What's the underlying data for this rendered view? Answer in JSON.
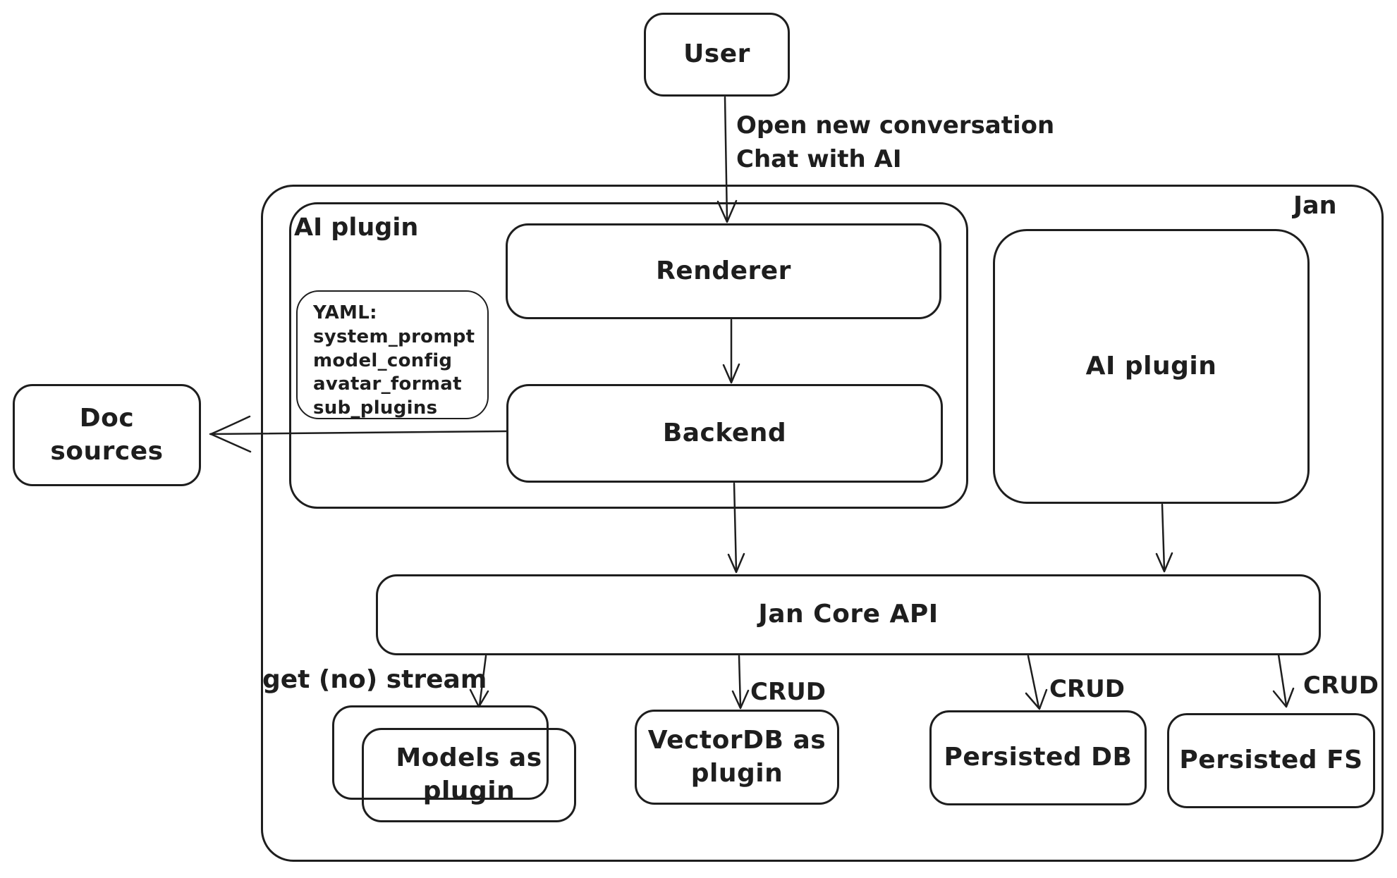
{
  "diagram": {
    "outer_label": "Jan",
    "nodes": {
      "user": "User",
      "ai_plugin_left": "AI plugin",
      "renderer": "Renderer",
      "backend": "Backend",
      "doc_sources": "Doc sources",
      "ai_plugin_right": "AI plugin",
      "jan_core_api": "Jan Core API",
      "models_as_plugin": "Models as plugin",
      "vectordb_as_plugin": "VectorDB as plugin",
      "persisted_db": "Persisted DB",
      "persisted_fs": "Persisted FS"
    },
    "yaml_note": {
      "lines": [
        "YAML:",
        "system_prompt",
        "model_config",
        "avatar_format",
        "sub_plugins"
      ]
    },
    "edge_labels": {
      "user_to_renderer_line1": "Open new conversation",
      "user_to_renderer_line2": "Chat with AI",
      "core_to_models": "get (no) stream",
      "core_to_vectordb": "CRUD",
      "core_to_persisted_db": "CRUD",
      "core_to_persisted_fs": "CRUD"
    },
    "colors": {
      "stroke": "#1e1e1e",
      "background": "#ffffff"
    }
  }
}
